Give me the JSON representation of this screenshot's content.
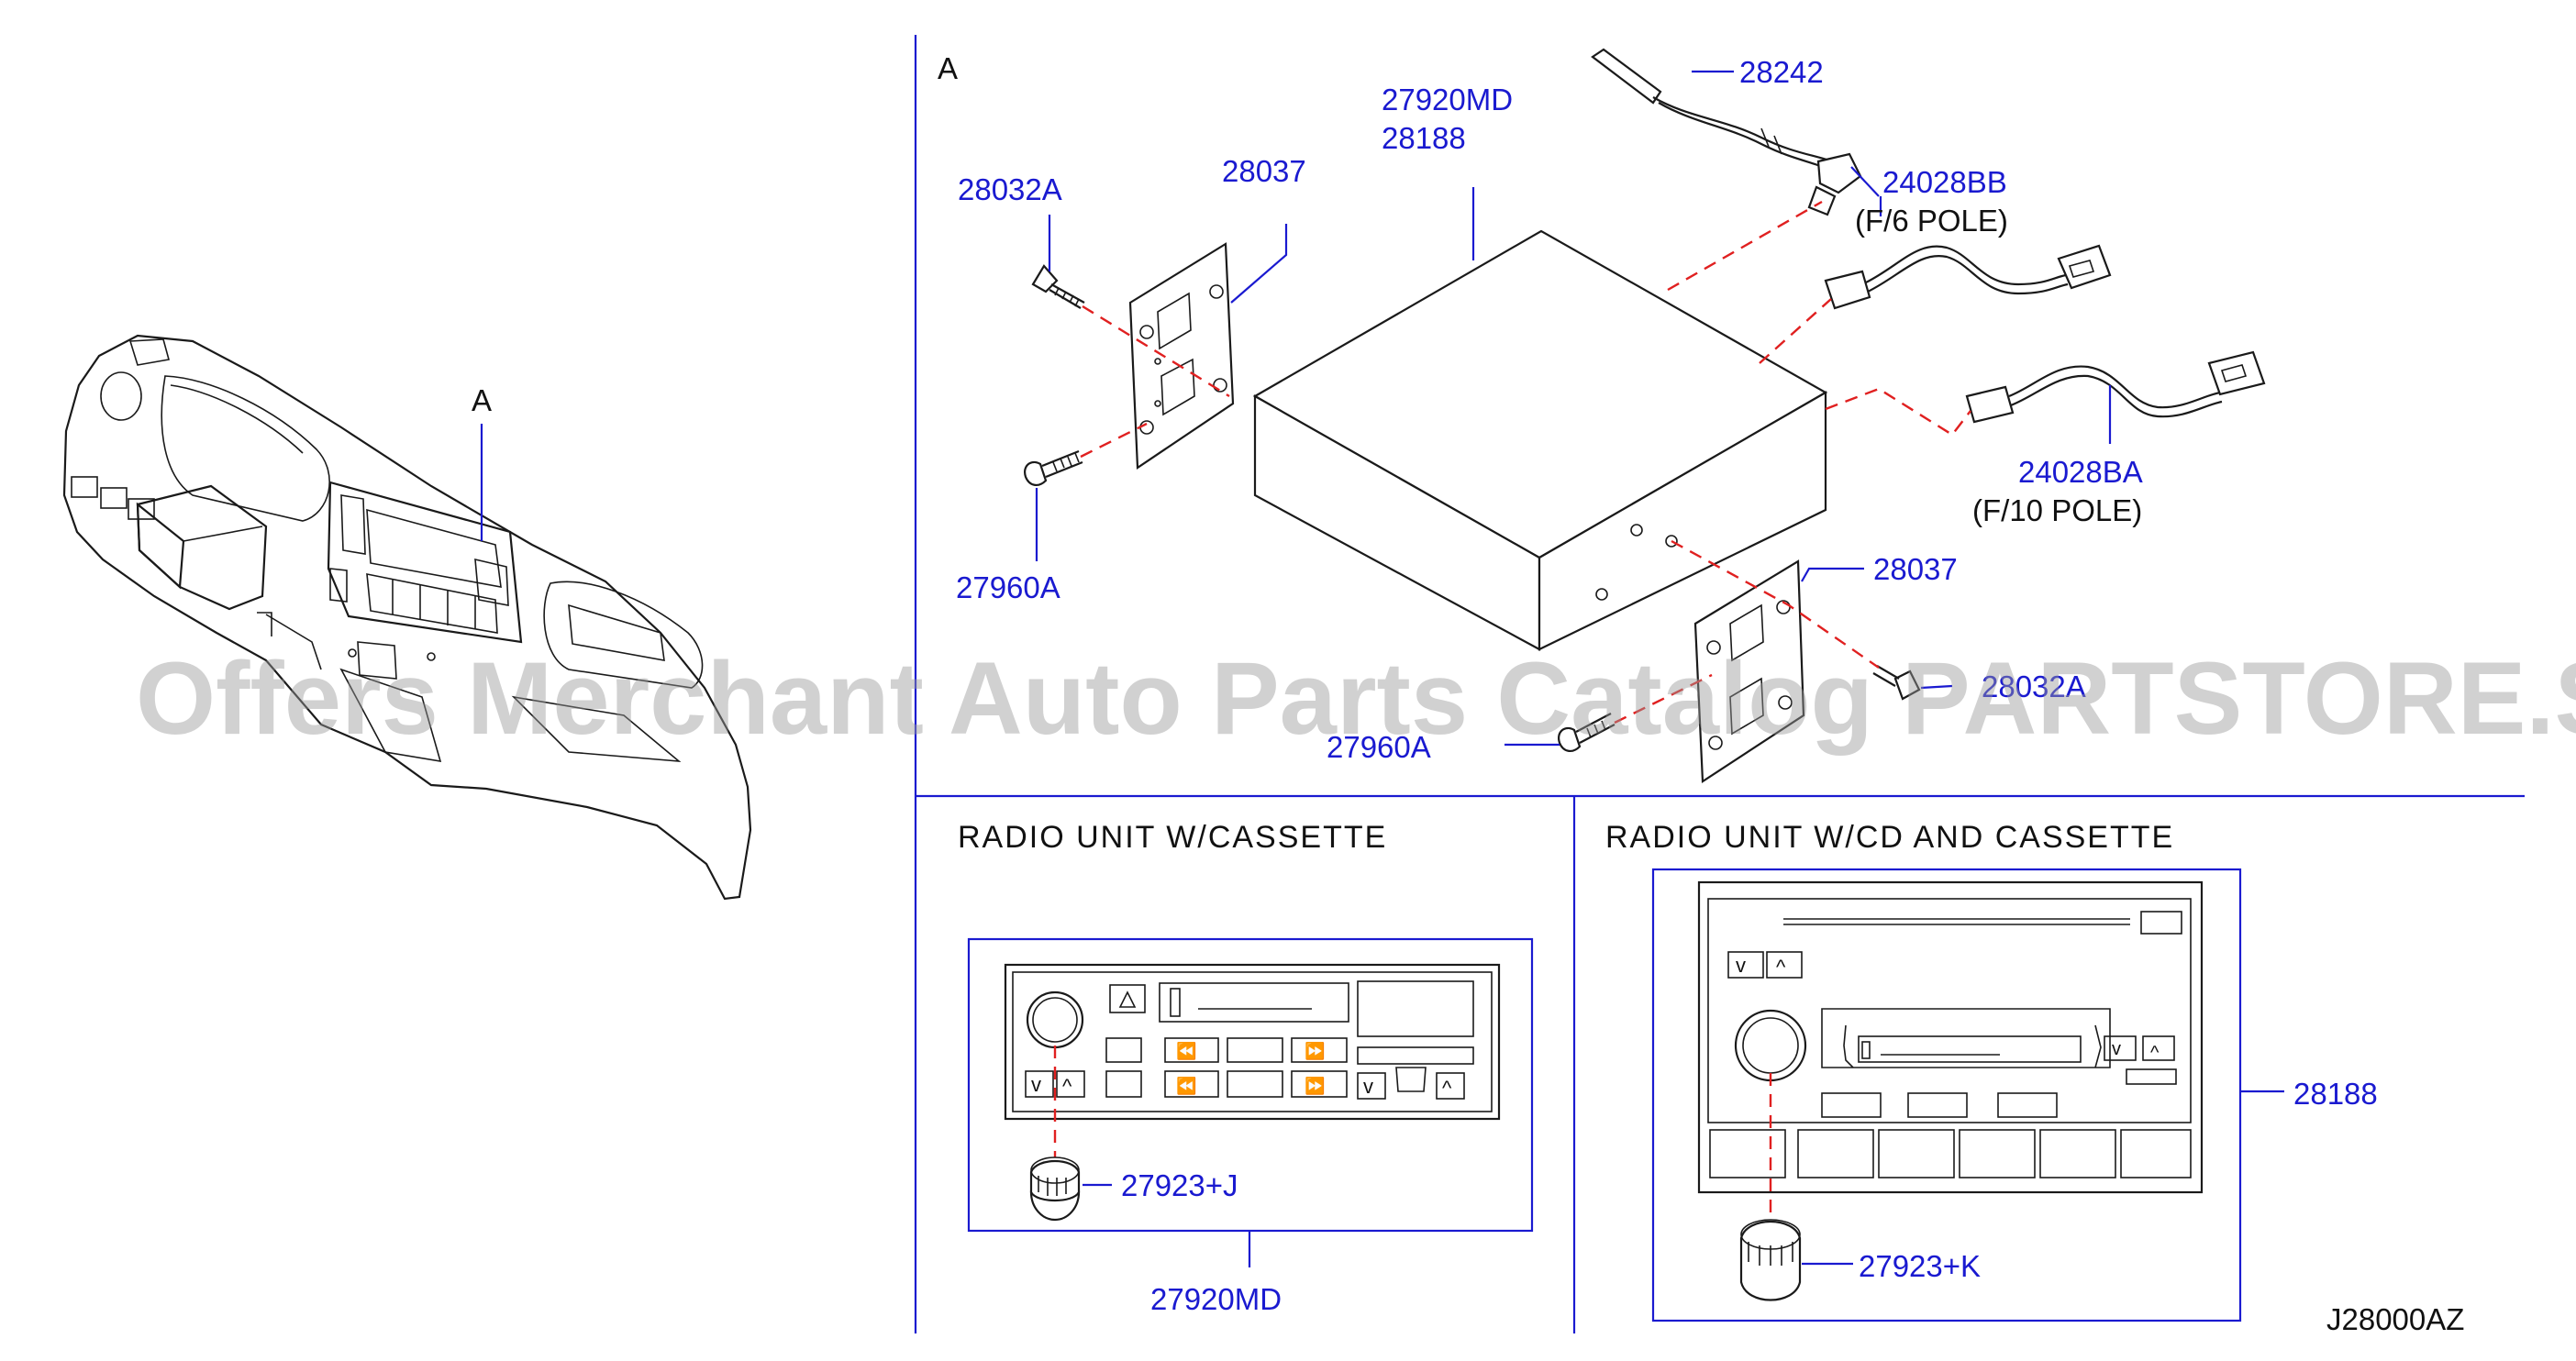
{
  "section_label": "A",
  "dashboard_label": "A",
  "watermark": "Offers Merchant Auto Parts Catalog PARTSTORE.SA",
  "diagram_code": "J28000AZ",
  "colors": {
    "part_number": "#1a1ad0",
    "line": "#1a1a1a",
    "dashed_leader": "#e02020",
    "watermark": "#9a9a9a"
  },
  "parts": {
    "p28242": "28242",
    "p27920MD_top": "27920MD",
    "p28188_top": "28188",
    "p24028BB": "24028BB",
    "p24028BB_note": "(F/6  POLE)",
    "p28032A_left": "28032A",
    "p28037_left": "28037",
    "p24028BA": "24028BA",
    "p24028BA_note": "(F/10  POLE)",
    "p27960A_left": "27960A",
    "p28037_right": "28037",
    "p28032A_right": "28032A",
    "p27960A_right": "27960A",
    "p27923J": "27923+J",
    "p27920MD_bottom": "27920MD",
    "p28188_bottom": "28188",
    "p27923K": "27923+K"
  },
  "panels": {
    "cassette_title": "RADIO  UNIT  W/CASSETTE",
    "cd_title": "RADIO  UNIT  W/CD  AND  CASSETTE"
  }
}
